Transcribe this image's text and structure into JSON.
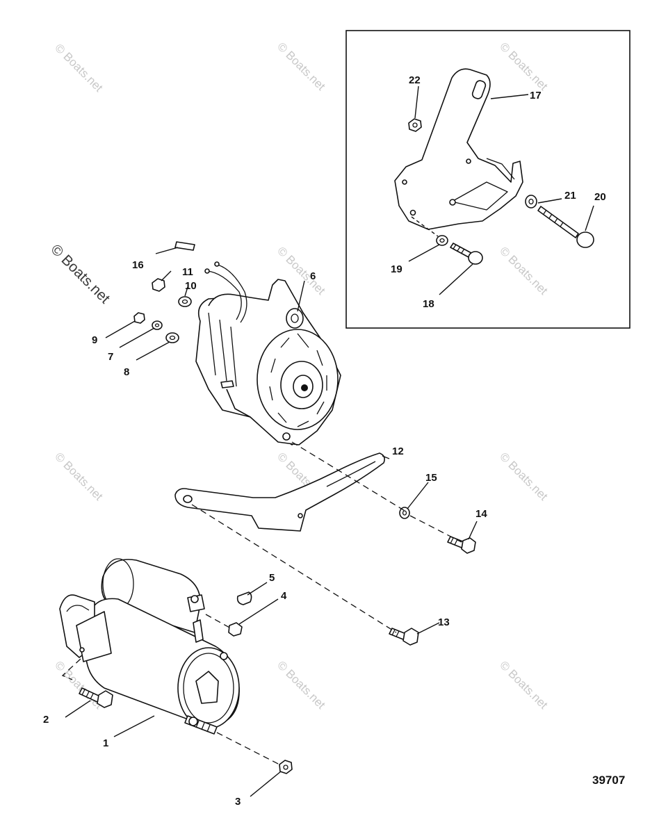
{
  "watermark": {
    "text": "© Boats.net",
    "main_text": "© Boats.net"
  },
  "figure_number": "39707",
  "callouts": [
    {
      "id": "1",
      "label": "1"
    },
    {
      "id": "2",
      "label": "2"
    },
    {
      "id": "3",
      "label": "3"
    },
    {
      "id": "4",
      "label": "4"
    },
    {
      "id": "5",
      "label": "5"
    },
    {
      "id": "6",
      "label": "6"
    },
    {
      "id": "7",
      "label": "7"
    },
    {
      "id": "8",
      "label": "8"
    },
    {
      "id": "9",
      "label": "9"
    },
    {
      "id": "10",
      "label": "10"
    },
    {
      "id": "11",
      "label": "11"
    },
    {
      "id": "12",
      "label": "12"
    },
    {
      "id": "13",
      "label": "13"
    },
    {
      "id": "14",
      "label": "14"
    },
    {
      "id": "15",
      "label": "15"
    },
    {
      "id": "16",
      "label": "16"
    },
    {
      "id": "17",
      "label": "17"
    },
    {
      "id": "18",
      "label": "18"
    },
    {
      "id": "19",
      "label": "19"
    },
    {
      "id": "20",
      "label": "20"
    },
    {
      "id": "21",
      "label": "21"
    },
    {
      "id": "22",
      "label": "22"
    }
  ]
}
